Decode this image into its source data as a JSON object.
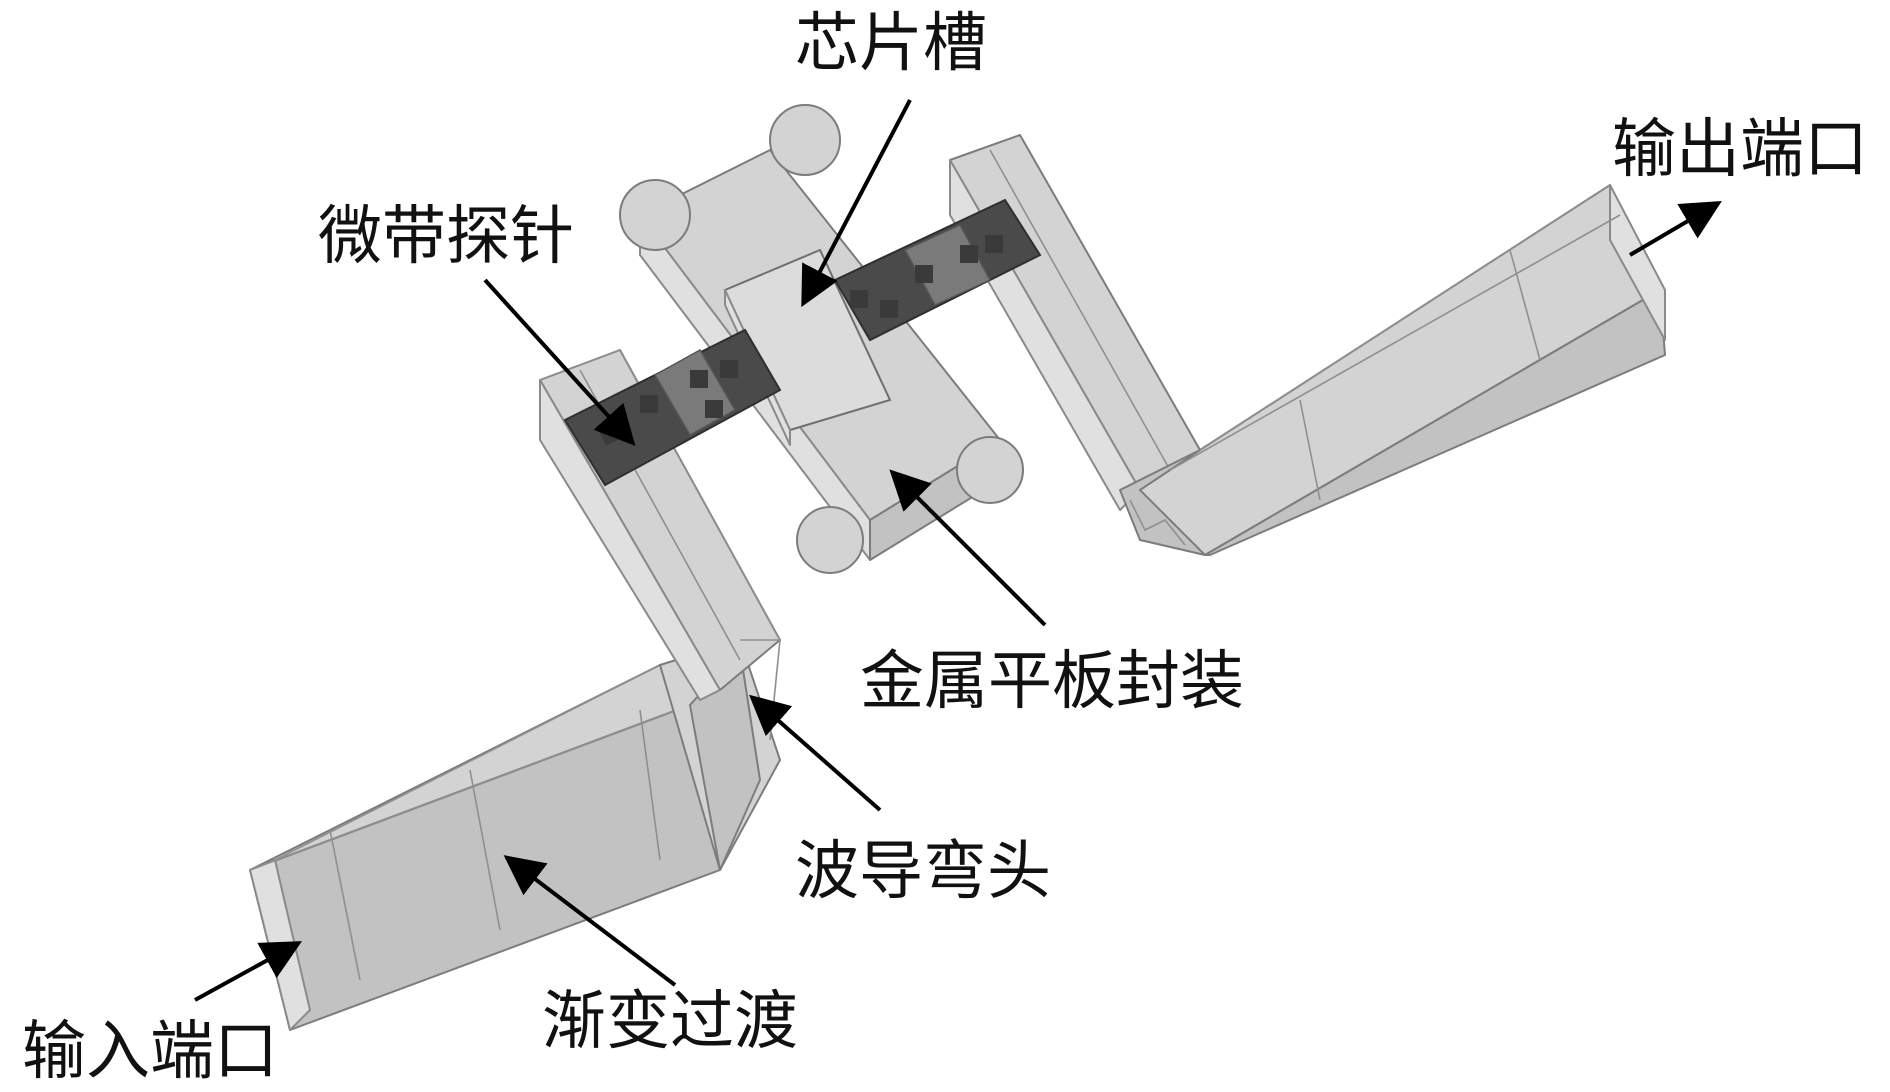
{
  "labels": {
    "chip_slot": "芯片槽",
    "microstrip_probe": "微带探针",
    "output_port": "输出端口",
    "metal_plate_package": "金属平板封装",
    "waveguide_bend": "波导弯头",
    "taper_transition": "渐变过渡",
    "input_port": "输入端口"
  },
  "colors": {
    "waveguide_fill": "#d3d3d3",
    "waveguide_edge": "#7c7c7c",
    "probe_fill": "#4a4a4a",
    "arrow": "#000000"
  }
}
